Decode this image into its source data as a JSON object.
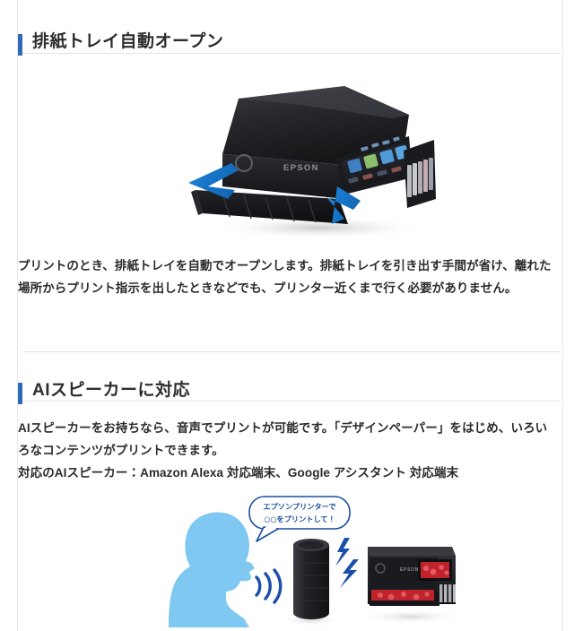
{
  "page": {
    "language": "ja",
    "background": "#ffffff",
    "accent_color": "#2f6bb5",
    "rule_color": "#e3e3e3",
    "text_color": "#2b2b2b"
  },
  "sections": [
    {
      "id": "paper-tray-auto-open",
      "heading": "排紙トレイ自動オープン",
      "body_paragraphs": [
        "プリントのとき、排紙トレイを自動でオープンします。排紙トレイを引き出す手間が省け、離れた場所からプリント指示を出したときなどでも、プリンター近くまで行く必要がありません。"
      ],
      "image": {
        "name": "epson-printer-tray-open-photo",
        "alt": "排紙トレイが自動で開いたエプソンプリンターの写真",
        "brand_label": "EPSON",
        "arrow_color": "#1f7fd4",
        "body_color": "#1c1c20",
        "ink_tank_count": 6
      }
    },
    {
      "id": "ai-speaker-support",
      "heading": "AIスピーカーに対応",
      "body_paragraphs": [
        "AIスピーカーをお持ちなら、音声でプリントが可能です。「デザインペーパー」をはじめ、いろいろなコンテンツがプリントできます。",
        "対応のAIスピーカー：Amazon Alexa 対応端末、Google アシスタント 対応端末"
      ],
      "illustration": {
        "name": "ai-speaker-voice-print-illustration",
        "alt": "AIスピーカーに話しかけてプリントするイラスト",
        "speech_bubble": {
          "line1": "エプソンプリンターで",
          "line2": "○○をプリントして！",
          "text_color": "#1a4fa0",
          "border_color": "#1a4fa0"
        },
        "person_color": "#7ec8f2",
        "soundwave_color": "#1b4fa8",
        "bolt_color": "#1b4fa8",
        "speaker_color": "#2b2b2f",
        "printer_accent": "#d8232a"
      }
    }
  ]
}
